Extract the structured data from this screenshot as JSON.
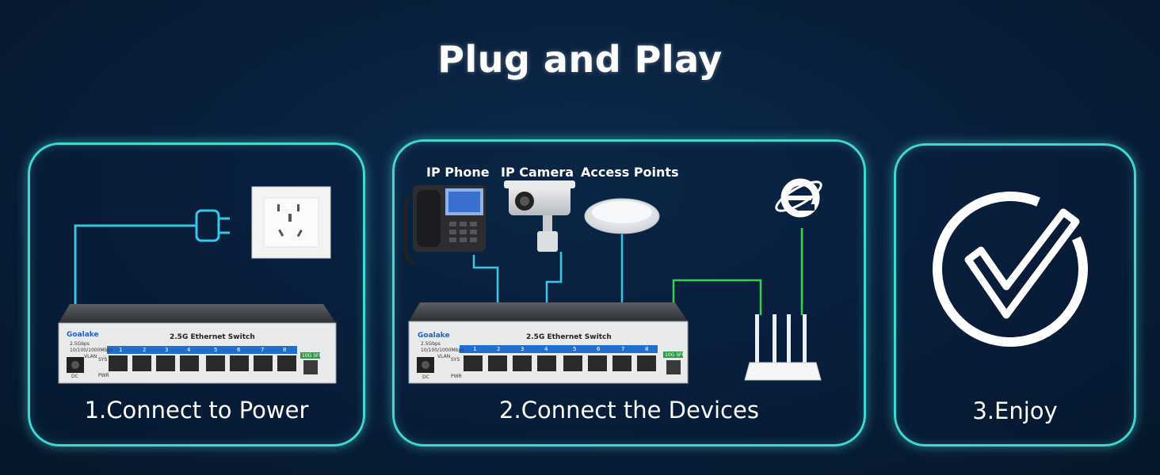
{
  "title": "Plug and Play",
  "steps": [
    {
      "label": "1.Connect to Power"
    },
    {
      "label": "2.Connect the Devices"
    },
    {
      "label": "3.Enjoy"
    }
  ],
  "devices": {
    "phone": "IP Phone",
    "camera": "IP Camera",
    "ap": "Access Points"
  },
  "switch": {
    "brand": "Goalake",
    "model": "2.5G Ethernet Switch",
    "spec1": "2.5Gbps",
    "spec2": "10/100/1000Mbps",
    "sfp": "10G SFP",
    "dc": "DC",
    "vlan": "VLAN",
    "sys": "SYS",
    "pwr": "PWR",
    "ports": [
      "1",
      "2",
      "3",
      "4",
      "5",
      "6",
      "7",
      "8"
    ]
  },
  "colors": {
    "accent": "#3fd7d2",
    "cable_blue": "#35c7e6",
    "cable_green": "#33d24a",
    "port_bar": "#1e6fd0"
  }
}
